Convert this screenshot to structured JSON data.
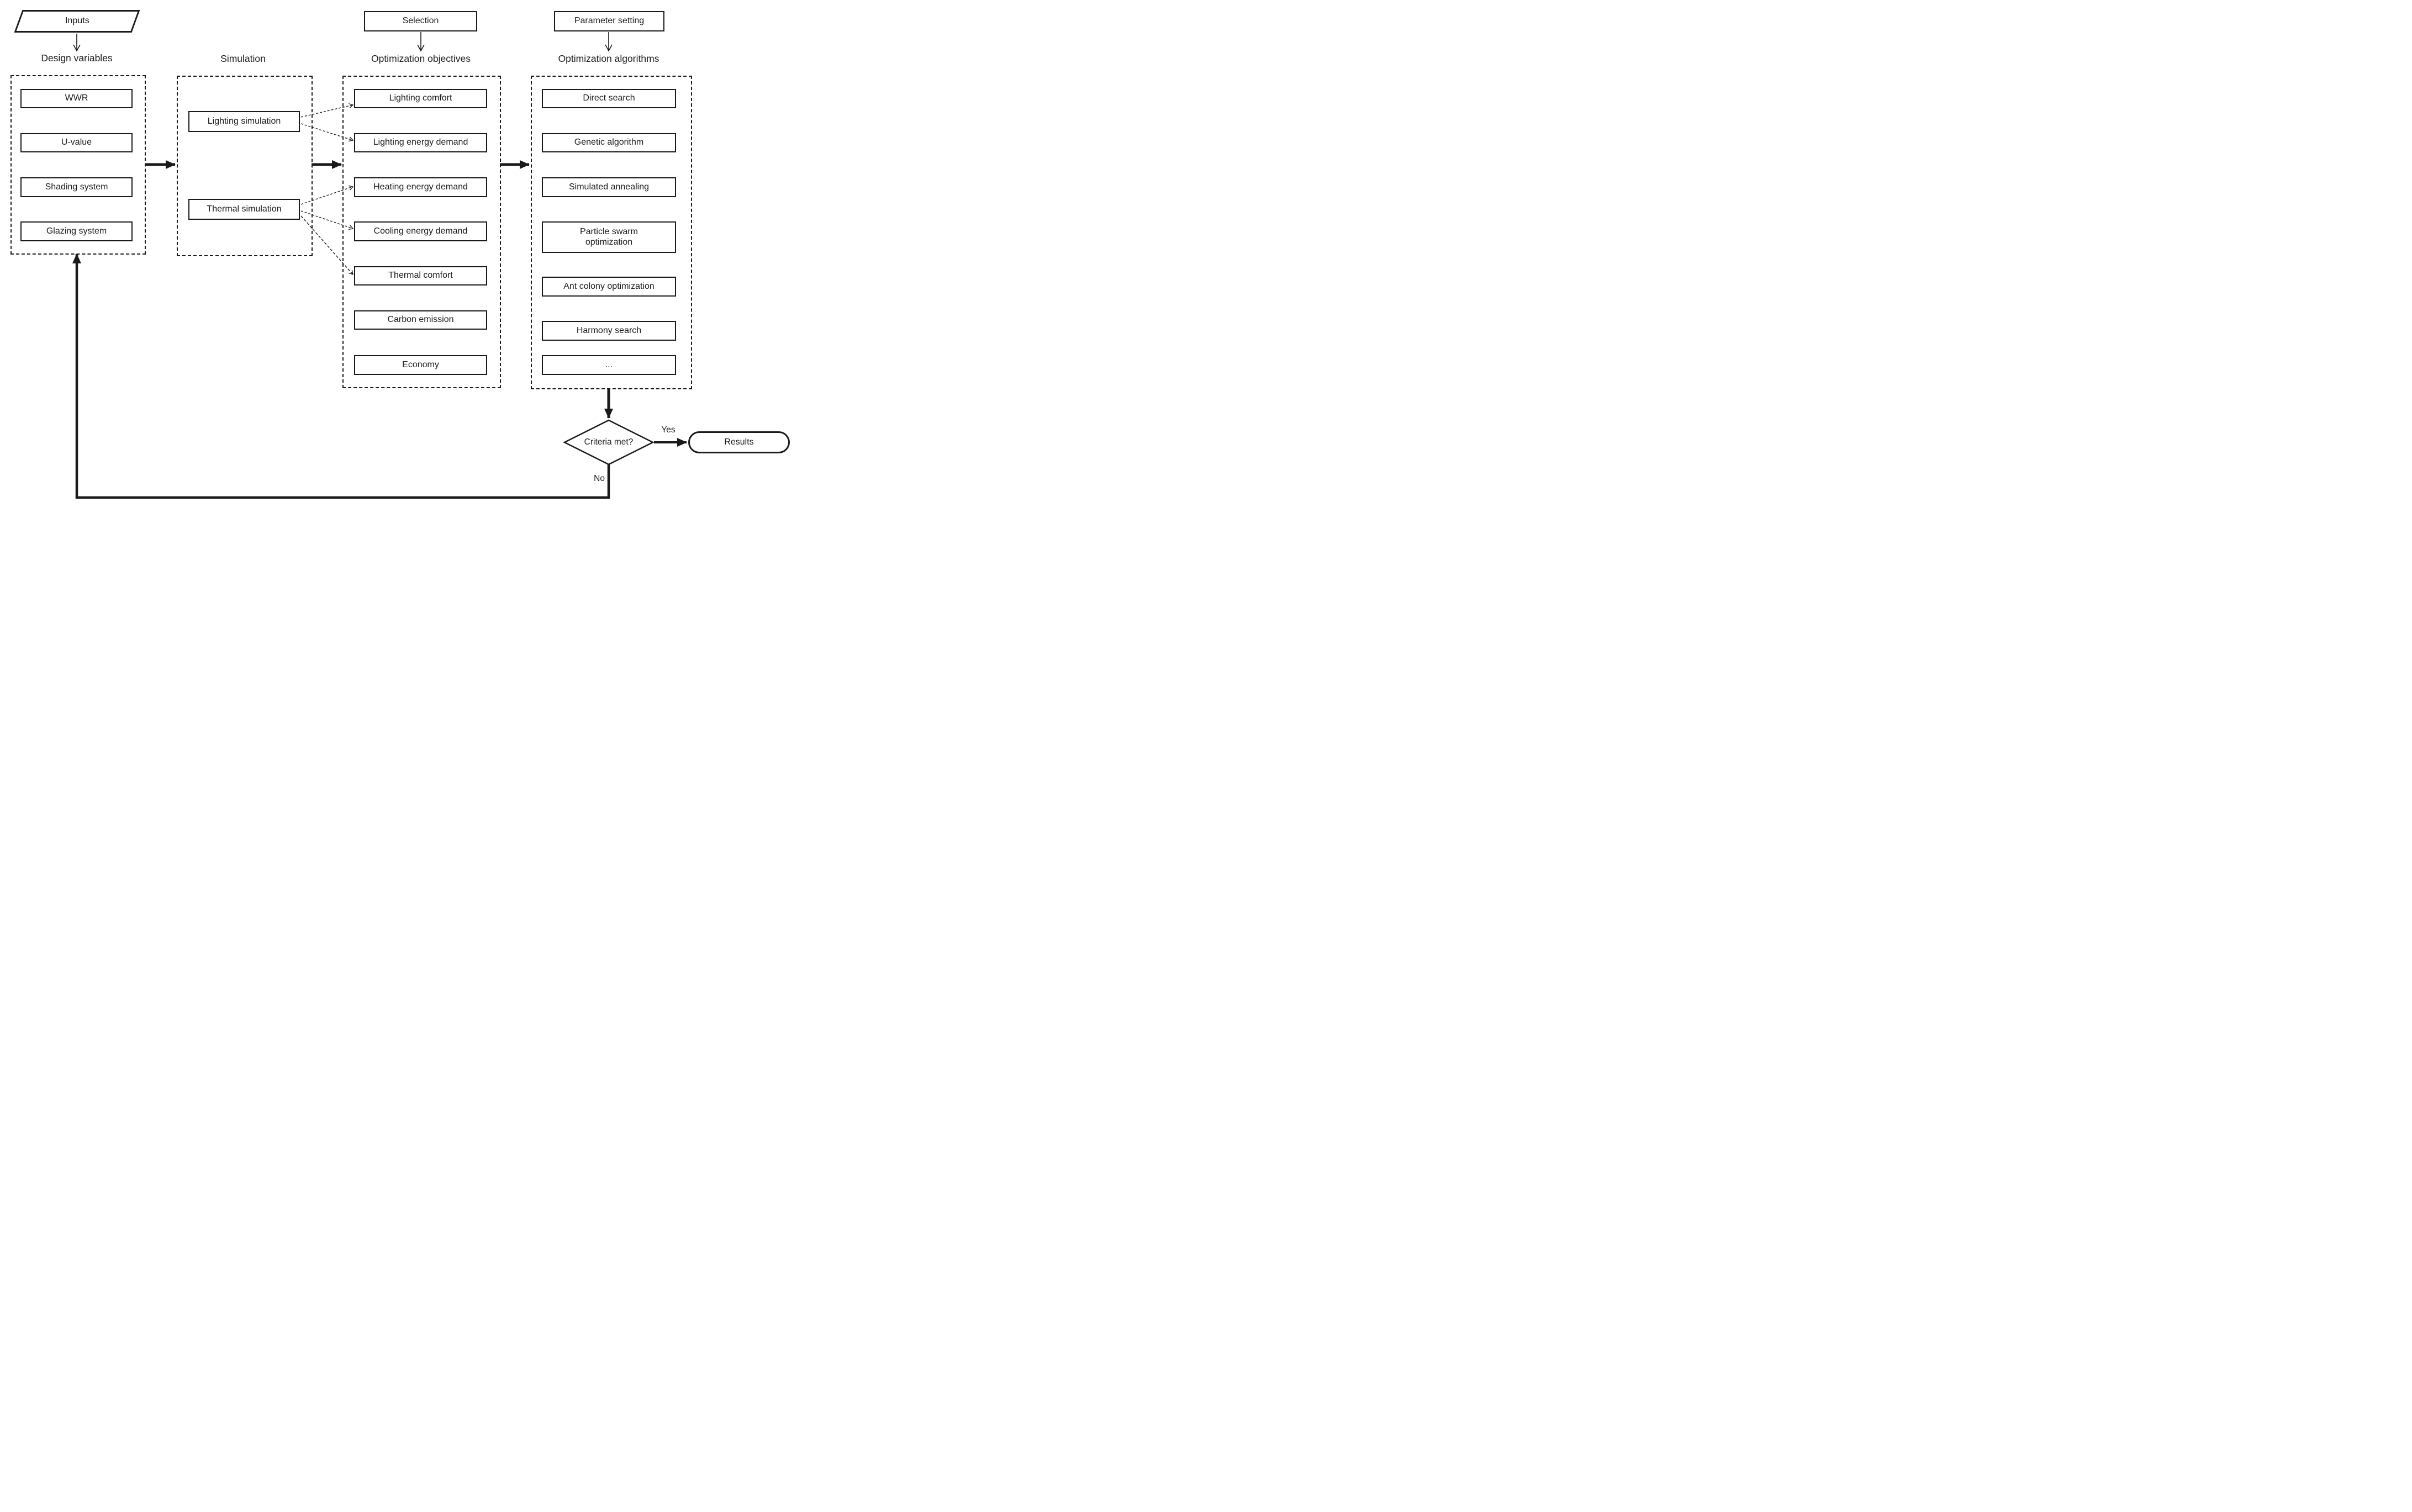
{
  "diagram": {
    "colors": {
      "ink": "#1a1a1a",
      "background": "#ffffff"
    },
    "nodes": {
      "inputs": "Inputs",
      "selection": "Selection",
      "parameter_setting": "Parameter setting",
      "decision": "Criteria met?",
      "yes": "Yes",
      "no": "No",
      "result": "Results"
    },
    "columns": [
      {
        "header": "Design variables",
        "items": [
          "WWR",
          "U-value",
          "Shading system",
          "Glazing system"
        ]
      },
      {
        "header": "Simulation",
        "items": [
          "Lighting simulation",
          "Thermal simulation"
        ]
      },
      {
        "header": "Optimization objectives",
        "items": [
          "Lighting comfort",
          "Lighting energy demand",
          "Heating energy demand",
          "Cooling energy demand",
          "Thermal comfort",
          "Carbon emission",
          "Economy"
        ]
      },
      {
        "header": "Optimization algorithms",
        "items": [
          "Direct search",
          "Genetic algorithm",
          "Simulated annealing",
          "Particle swarm optimization",
          "Ant colony optimization",
          "Harmony search",
          "..."
        ]
      }
    ]
  }
}
